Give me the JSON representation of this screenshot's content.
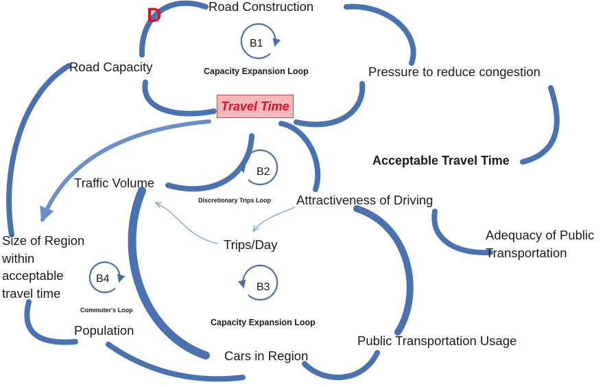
{
  "nodes": {
    "road_construction": "Road Construction",
    "road_capacity": "Road Capacity",
    "pressure": "Pressure to reduce congestion",
    "travel_time": "Travel Time",
    "acceptable_travel_time": "Acceptable Travel Time",
    "traffic_volume": "Traffic Volume",
    "attractiveness": "Attractiveness of Driving",
    "trips_day": "Trips/Day",
    "adequacy": [
      "Adequacy of Public",
      "Transportation"
    ],
    "size_region": [
      "Size of Region",
      "within",
      "acceptable",
      "travel time"
    ],
    "population": "Population",
    "cars_region": "Cars in Region",
    "pt_usage": "Public Transportation Usage"
  },
  "loops": {
    "b1": {
      "id": "B1",
      "name": "Capacity Expansion Loop"
    },
    "b2": {
      "id": "B2",
      "name": "Discretionary Trips Loop"
    },
    "b3": {
      "id": "B3",
      "name": "Capacity Expansion Loop"
    },
    "b4": {
      "id": "B4",
      "name": "Commuter's Loop"
    }
  },
  "delay_mark": "D",
  "colors": {
    "arrow": "#4a72b0",
    "arrow_light": "#6b8fc9",
    "thin_arrow": "#7fa3d6",
    "loop_icon": "#4a6fa5",
    "highlight_fill": "#f4b9b9",
    "highlight_border": "#c0504d",
    "highlight_text": "#e0102a",
    "delay": "#e0102a"
  }
}
